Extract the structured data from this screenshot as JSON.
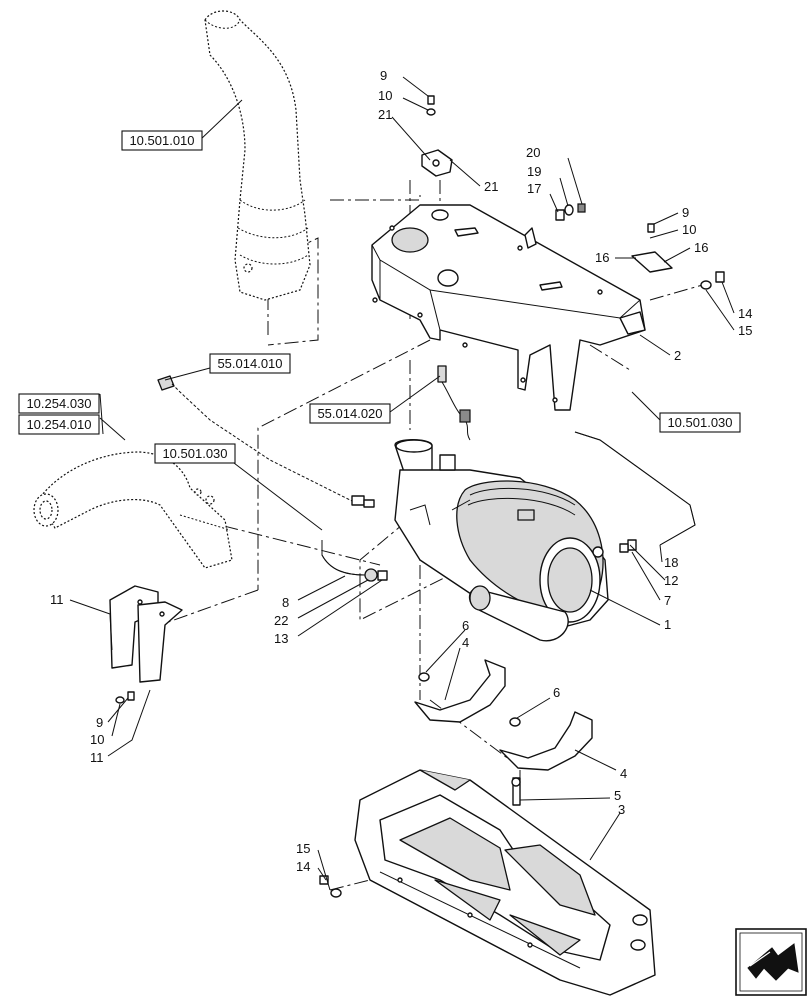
{
  "callouts": {
    "c1": "1",
    "c2": "2",
    "c3": "3",
    "c4a": "4",
    "c4b": "4",
    "c5": "5",
    "c6a": "6",
    "c6b": "6",
    "c7": "7",
    "c8": "8",
    "c9a": "9",
    "c9b": "9",
    "c9c": "9",
    "c10a": "10",
    "c10b": "10",
    "c10c": "10",
    "c11a": "11",
    "c11b": "11",
    "c12": "12",
    "c13": "13",
    "c14a": "14",
    "c14b": "14",
    "c15a": "15",
    "c15b": "15",
    "c16a": "16",
    "c16b": "16",
    "c17": "17",
    "c18": "18",
    "c19": "19",
    "c20": "20",
    "c21a": "21",
    "c21b": "21",
    "c22": "22"
  },
  "references": {
    "r1": "10.501.010",
    "r2": "55.014.010",
    "r3": "10.254.030",
    "r4": "10.254.010",
    "r5": "10.501.030",
    "r6": "55.014.020",
    "r7": "10.501.030"
  },
  "nav_icon": "next-page-arrow-icon"
}
